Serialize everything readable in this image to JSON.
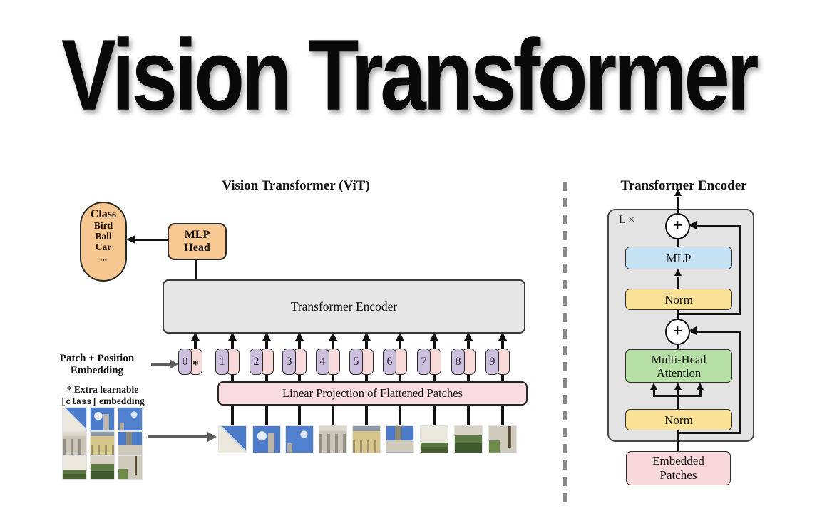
{
  "title": "Vision Transformer",
  "left": {
    "heading": "Vision Transformer (ViT)",
    "class_heading": "Class",
    "class_items": [
      "Bird",
      "Ball",
      "Car",
      "..."
    ],
    "mlp_head": "MLP Head",
    "encoder": "Transformer Encoder",
    "patch_pos": "Patch + Position Embedding",
    "note_line1": "* Extra learnable",
    "note_code": "[class]",
    "note_rest": " embedding",
    "linear_projection": "Linear Projection of Flattened Patches",
    "tokens": [
      "0",
      "1",
      "2",
      "3",
      "4",
      "5",
      "6",
      "7",
      "8",
      "9"
    ],
    "star": "*"
  },
  "right": {
    "heading": "Transformer Encoder",
    "loop": "L ×",
    "plus": "+",
    "mlp": "MLP",
    "norm_top": "Norm",
    "mha": "Multi-Head Attention",
    "norm_bottom": "Norm",
    "embedded": "Embedded Patches"
  },
  "colors": {
    "accent_orange": "#f8c893",
    "encoder_gray": "#e6e6e6",
    "projection_pink": "#fadde1",
    "token_purple": "#ccc0dc",
    "token_pink": "#f8dada",
    "mlp_blue": "#c5e2f4",
    "norm_yellow": "#f9e295",
    "attention_green": "#b5dfa5",
    "embedded_pink": "#f8d8db"
  }
}
